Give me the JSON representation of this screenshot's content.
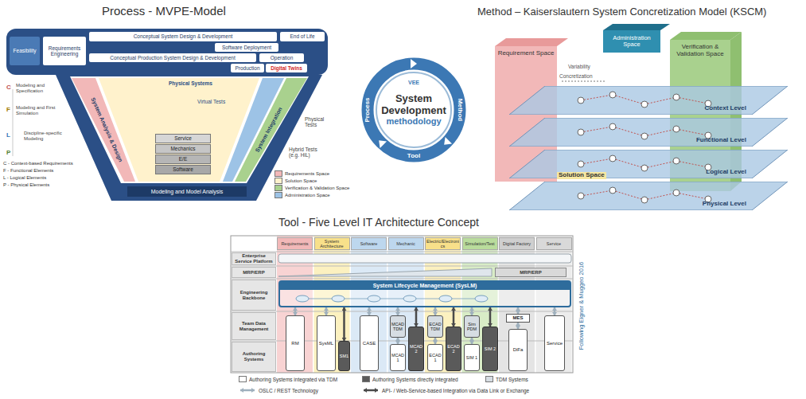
{
  "diagram": {
    "nodes": [
      {
        "text": [
          "Feasibility"
        ]
      },
      {
        "text": [
          "Requirements Engineering"
        ]
      },
      {
        "text": [
          "Conceptual System Design & Development"
        ]
      },
      {
        "text": [
          "End of Life"
        ]
      },
      {
        "text": [
          "Software Deployment"
        ]
      },
      {
        "text": [
          "Conceptual Production System Design & Development"
        ]
      },
      {
        "text": [
          "Operation"
        ]
      },
      {
        "text": [
          "Production"
        ]
      },
      {
        "text": [
          "Digital Twins"
        ]
      },
      {
        "text": [
          "Service"
        ]
      },
      {
        "text": [
          "Mechanics"
        ]
      },
      {
        "text": [
          "E/E"
        ]
      },
      {
        "text": [
          "Software"
        ]
      },
      {
        "text": [
          "Modeling and Model Analysis"
        ]
      },
      {
        "text": [
          "System Development",
          "methodology"
        ]
      },
      {
        "text": [
          "Requirement Space"
        ]
      },
      {
        "text": [
          "Administration Space"
        ]
      },
      {
        "text": [
          "Verification & Validation Space"
        ]
      },
      {
        "text": [
          "Context Level"
        ]
      },
      {
        "text": [
          "Functional Level"
        ]
      },
      {
        "text": [
          "Logical Level"
        ]
      },
      {
        "text": [
          "Physical Level"
        ]
      },
      {
        "text": [
          "Requirements"
        ]
      },
      {
        "text": [
          "System Architecture"
        ]
      },
      {
        "text": [
          "Software"
        ]
      },
      {
        "text": [
          "Mechanic"
        ]
      },
      {
        "text": [
          "Electric/Electronics"
        ]
      },
      {
        "text": [
          "Simulation/Test"
        ]
      },
      {
        "text": [
          "Digital Factory"
        ]
      },
      {
        "text": [
          "Service"
        ]
      },
      {
        "text": [
          "Enterprise Service Platform"
        ]
      },
      {
        "text": [
          "MRP/ERP"
        ]
      },
      {
        "text": [
          "Engineering Backbone"
        ]
      },
      {
        "text": [
          "Team Data Management"
        ]
      },
      {
        "text": [
          "Authoring Systems"
        ]
      },
      {
        "text": [
          "MRP/ERP"
        ]
      },
      {
        "text": [
          "System Lifecycle Management (SysLM)"
        ]
      },
      {
        "text": [
          "MES"
        ]
      },
      {
        "text": [
          "RM"
        ]
      },
      {
        "text": [
          "SysML"
        ]
      },
      {
        "text": [
          "SM1"
        ]
      },
      {
        "text": [
          "CASE"
        ]
      },
      {
        "text": [
          "MCAD TDM"
        ]
      },
      {
        "text": [
          "MCAD 1"
        ]
      },
      {
        "text": [
          "MCAD 2"
        ]
      },
      {
        "text": [
          "ECAD TDM"
        ]
      },
      {
        "text": [
          "ECAD 1"
        ]
      },
      {
        "text": [
          "ECAD 2"
        ]
      },
      {
        "text": [
          "Sim PDM"
        ]
      },
      {
        "text": [
          "SIM 1"
        ]
      },
      {
        "text": [
          "SIM 2"
        ]
      },
      {
        "text": [
          "DiFa"
        ]
      },
      {
        "text": [
          "Service"
        ]
      }
    ],
    "edges": [
      {
        "from": 38,
        "to": 36,
        "arrow": "both"
      },
      {
        "from": 39,
        "to": 36,
        "arrow": "both"
      },
      {
        "from": 41,
        "to": 36,
        "arrow": "both"
      },
      {
        "from": 42,
        "to": 36,
        "arrow": "both"
      },
      {
        "from": 45,
        "to": 36,
        "arrow": "both"
      },
      {
        "from": 48,
        "to": 36,
        "arrow": "both"
      },
      {
        "from": 37,
        "to": 36,
        "arrow": "both"
      },
      {
        "from": 51,
        "to": 37,
        "arrow": "both"
      },
      {
        "from": 52,
        "to": 36,
        "arrow": "both"
      },
      {
        "from": 43,
        "to": 42,
        "arrow": "both"
      },
      {
        "from": 46,
        "to": 45,
        "arrow": "both"
      },
      {
        "from": 49,
        "to": 48,
        "arrow": "both"
      },
      {
        "from": 40,
        "to": 36,
        "arrow": "both"
      },
      {
        "from": 44,
        "to": 36,
        "arrow": "both"
      },
      {
        "from": 47,
        "to": 36,
        "arrow": "both"
      },
      {
        "from": 50,
        "to": 36,
        "arrow": "both"
      }
    ],
    "labels": [
      "Process - MVPE-Model",
      "Method – Kaiserslautern System Concretization Model (KSCM)",
      "Tool - Five Level IT Architecture Concept",
      "System Analysis & Design",
      "System Integration",
      "Virtual Tests",
      "Physical Systems",
      "Physical Tests",
      "Hybrid Tests (e.g. HiL)",
      "Modeling and Specification",
      "Modeling and First Simulation",
      "Discipline-specific Modeling",
      "C",
      "F",
      "L",
      "P",
      "C - Context-based Requirements",
      "F - Functional Elements",
      "L - Logical Elements",
      "P - Physical Elements",
      "VEE",
      "Process",
      "Method",
      "Tool",
      "Concretization",
      "Variability",
      "Solution Space",
      "Following Eigner & Muggeo 2016"
    ],
    "legend": [
      {
        "text": "Requirements Space",
        "color": "#f2b8b8"
      },
      {
        "text": "Solution Space",
        "color": "#fff2cc"
      },
      {
        "text": "Verification & Validation Space",
        "color": "#a9d18e"
      },
      {
        "text": "Administration Space",
        "color": "#9dc3e6"
      },
      {
        "text": "Authoring Systems integrated via TDM",
        "color": "#ffffff"
      },
      {
        "text": "Authoring Systems directly integrated",
        "color": "#5a5a5a"
      },
      {
        "text": "TDM Systems",
        "color": "#d6dde3"
      },
      {
        "text": "OSLC / REST Technology"
      },
      {
        "text": "API- / Web-Service-based Integration via Data Link or Exchange"
      }
    ]
  }
}
